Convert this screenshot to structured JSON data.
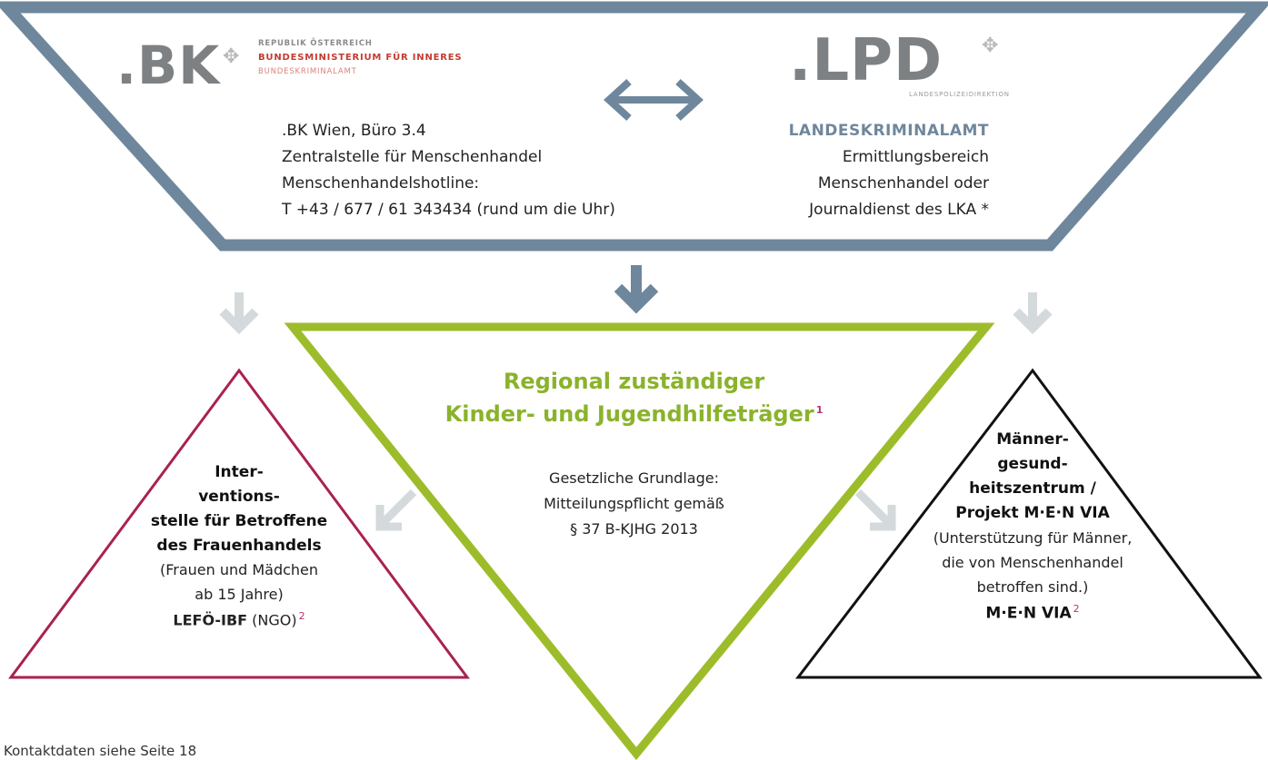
{
  "colors": {
    "top_frame": "#6f879c",
    "middle_frame": "#9dbc2a",
    "left_frame": "#a9224f",
    "right_frame": "#111111",
    "light_arrow": "#d4d9dc",
    "green_title": "#8ab32b",
    "blue_heading": "#6f879c",
    "logo_gray": "#7d8184",
    "logo_red": "#c43b30",
    "superscript": "#b8316e"
  },
  "logos": {
    "bk": {
      "mark": ".BK",
      "line1": "REPUBLIK ÖSTERREICH",
      "line2": "BUNDESMINISTERIUM FÜR INNERES",
      "line3": "BUNDESKRIMINALAMT"
    },
    "lpd": {
      "mark": ".LPD",
      "line1": "LANDESPOLIZEIDIREKTION"
    }
  },
  "bk_block": {
    "line1": ".BK Wien, Büro 3.4",
    "line2": "Zentralstelle für Menschenhandel",
    "line3": "Menschenhandelshotline:",
    "line4": "T +43 / 677 / 61 343434  (rund um die Uhr)"
  },
  "lka_block": {
    "heading": "LANDESKRIMINALAMT",
    "line1": "Ermittlungsbereich",
    "line2": "Menschenhandel oder",
    "line3": "Journaldienst des LKA *"
  },
  "center": {
    "title_line1": "Regional zuständiger",
    "title_line2": "Kinder- und Jugendhilfeträger",
    "title_sup": "1",
    "body_line1": "Gesetzliche Grundlage:",
    "body_line2": "Mitteilungspflicht gemäß",
    "body_line3": "§ 37 B-KJHG 2013"
  },
  "left": {
    "bold1": "Inter-",
    "bold2": "ventions-",
    "bold3": "stelle für Betroffene",
    "bold4": "des Frauenhandels",
    "line5": "(Frauen und Mädchen",
    "line6": "ab 15 Jahre)",
    "org_bold": "LEFÖ-IBF",
    "org_rest": " (NGO)",
    "sup": "2"
  },
  "right": {
    "bold1": "Männer-",
    "bold2": "gesund-",
    "bold3": "heitszentrum /",
    "bold4": "Projekt M·E·N VIA",
    "line5": "(Unterstützung für Männer,",
    "line6": "die von Menschenhandel",
    "line7": "betroffen sind.)",
    "org_bold": "M·E·N VIA",
    "sup": "2"
  },
  "footnote": "Kontaktdaten siehe Seite 18"
}
